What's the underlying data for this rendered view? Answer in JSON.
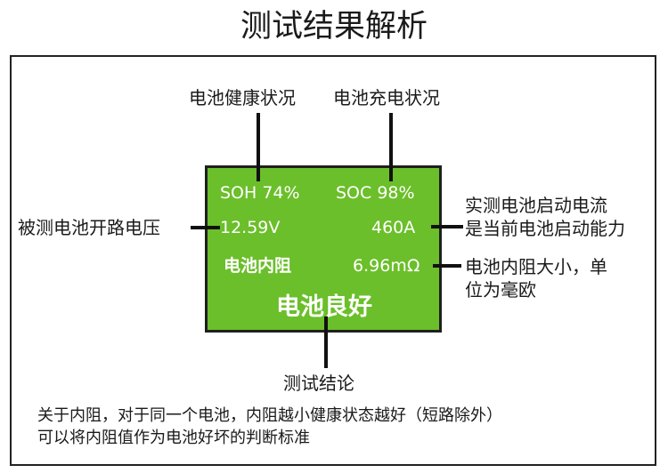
{
  "title": "测试结果解析",
  "screen": {
    "soh": "SOH 74%",
    "soc": "SOC 98%",
    "voltage": "12.59V",
    "cca": "460A",
    "resistance_label": "电池内阻",
    "resistance_value": "6.96mΩ",
    "verdict": "电池良好"
  },
  "callouts": {
    "health": "电池健康状况",
    "charge": "电池充电状况",
    "open_circuit_voltage": "被测电池开路电压",
    "cca_line1": "实测电池启动电流",
    "cca_line2": "是当前电池启动能力",
    "resistance_line1": "电池内阻大小，单",
    "resistance_line2": "位为毫欧",
    "conclusion": "测试结论"
  },
  "note": {
    "line1": "关于内阻，对于同一个电池，内阻越小健康状态越好（短路除外）",
    "line2": "可以将内阻值作为电池好坏的判断标准"
  },
  "colors": {
    "screen_green": "#6bbf2a",
    "screen_text": "#ffffff",
    "line": "#111111"
  }
}
